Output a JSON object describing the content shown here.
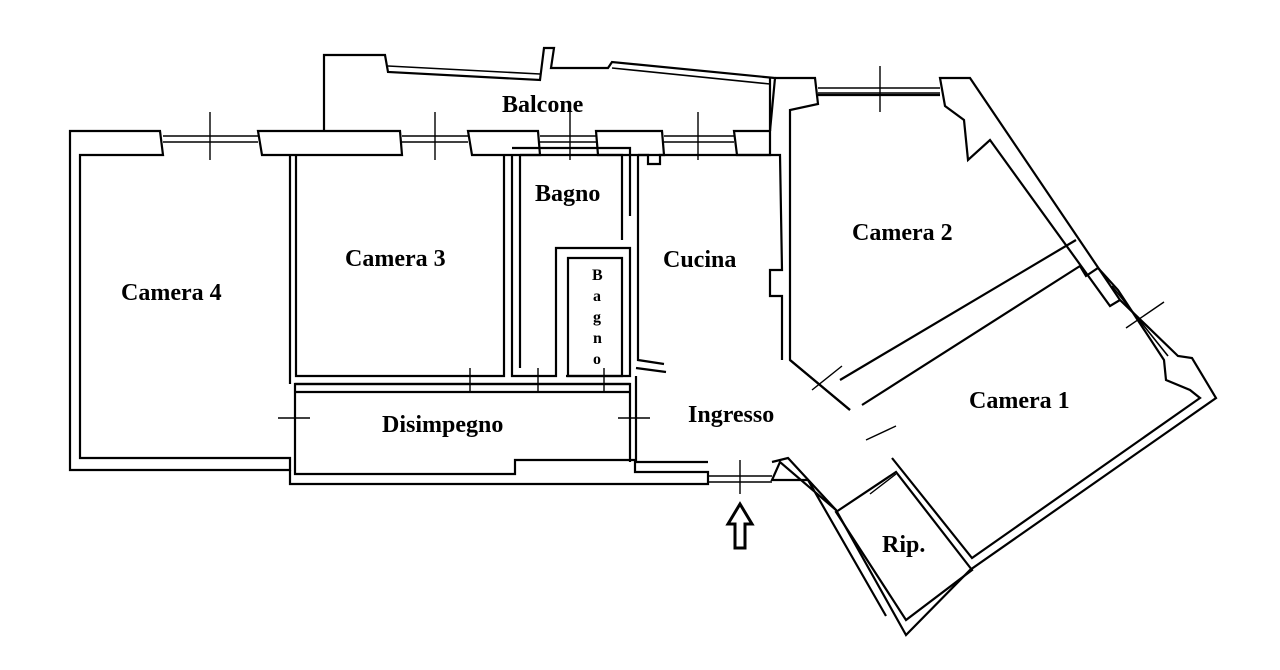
{
  "rooms": {
    "balcone": "Balcone",
    "bagno_main": "Bagno",
    "bagno_small": [
      "B",
      "a",
      "g",
      "n",
      "o"
    ],
    "camera_4": "Camera 4",
    "camera_3": "Camera 3",
    "cucina": "Cucina",
    "camera_2": "Camera 2",
    "camera_1": "Camera 1",
    "disimpegno": "Disimpegno",
    "ingresso": "Ingresso",
    "ripostiglio": "Rip."
  },
  "entrance_marker": "up-arrow-icon",
  "colors": {
    "line": "#000000",
    "background": "#ffffff"
  }
}
